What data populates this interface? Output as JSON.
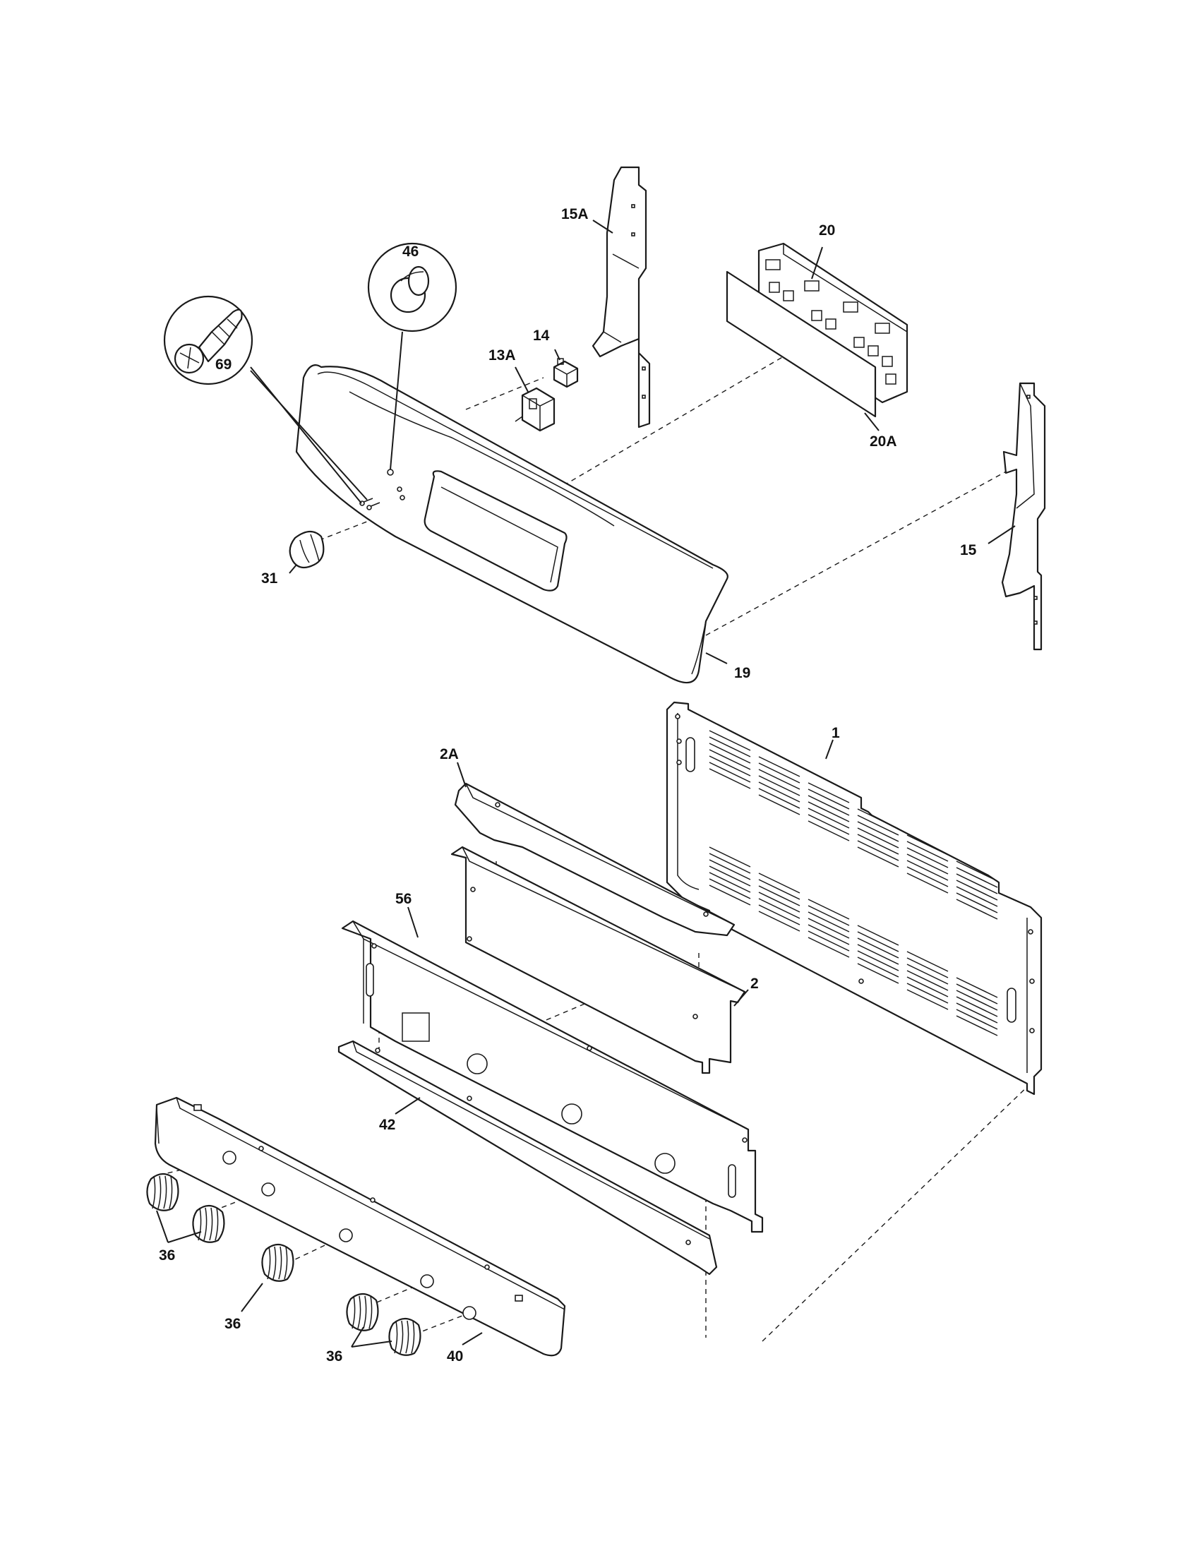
{
  "callouts": {
    "c46": "46",
    "c15a": "15A",
    "c20": "20",
    "c14": "14",
    "c13a": "13A",
    "c69": "69",
    "c20a": "20A",
    "c15": "15",
    "c31": "31",
    "c19": "19",
    "c1": "1",
    "c2a": "2A",
    "c56": "56",
    "c2": "2",
    "c42": "42",
    "c36a": "36",
    "c36b": "36",
    "c36c": "36",
    "c40": "40"
  },
  "colors": {
    "line": "#1a1a1a",
    "background": "#ffffff"
  }
}
